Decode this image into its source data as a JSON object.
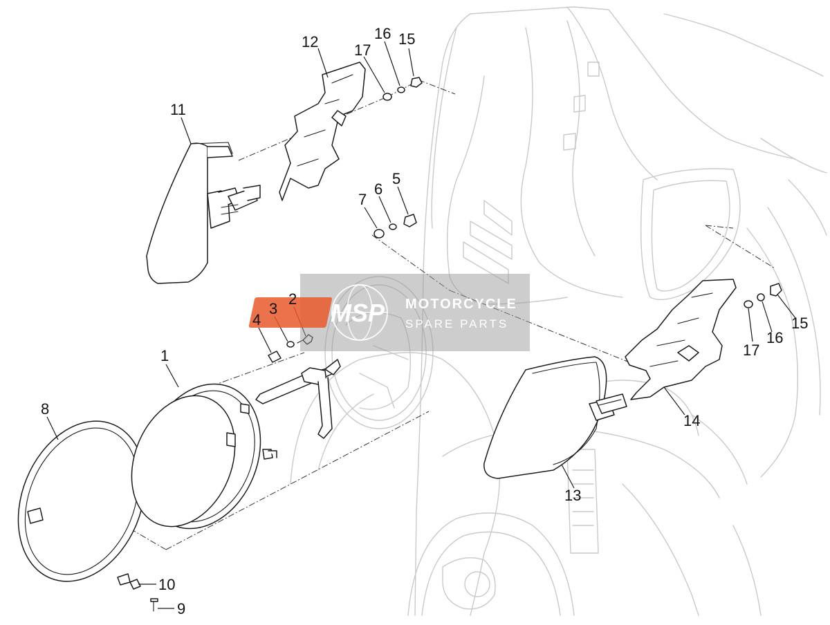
{
  "watermark": {
    "logo": "MSP",
    "line1": "MOTORCYCLE",
    "line2": "SPARE PARTS",
    "accent": "#e8592a"
  },
  "callouts": [
    "1",
    "2",
    "3",
    "4",
    "5",
    "6",
    "7",
    "8",
    "9",
    "10",
    "11",
    "12",
    "13",
    "14",
    "15",
    "16",
    "17",
    "15",
    "16",
    "17"
  ]
}
